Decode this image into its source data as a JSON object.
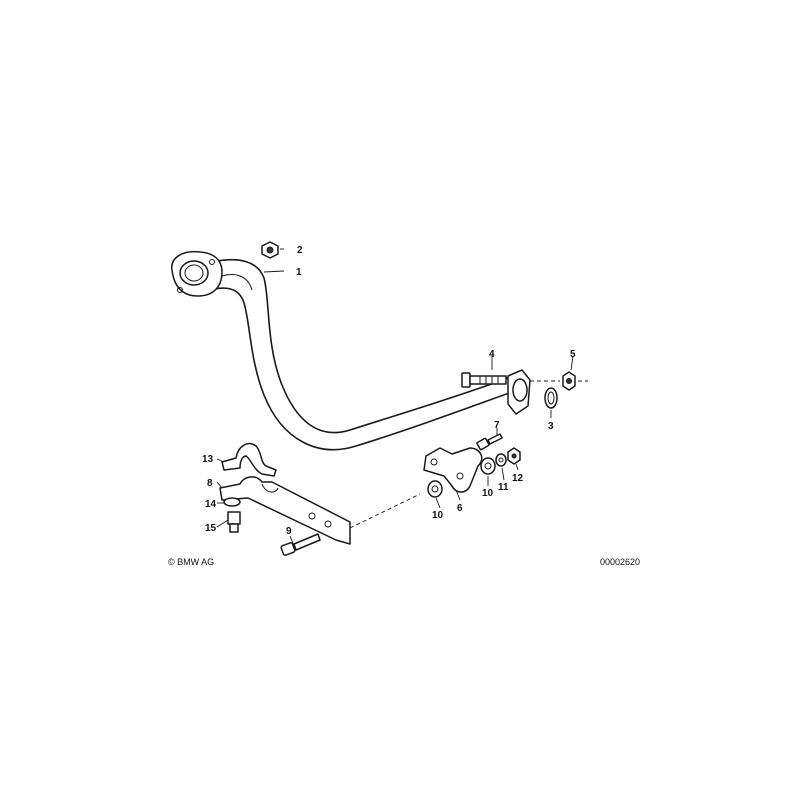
{
  "callouts": [
    "1",
    "2",
    "3",
    "4",
    "5",
    "6",
    "7",
    "8",
    "9",
    "10",
    "10",
    "11",
    "12",
    "13",
    "14",
    "15"
  ],
  "footer": {
    "copyright": "© BMW AG",
    "diagram_id": "00002620"
  }
}
